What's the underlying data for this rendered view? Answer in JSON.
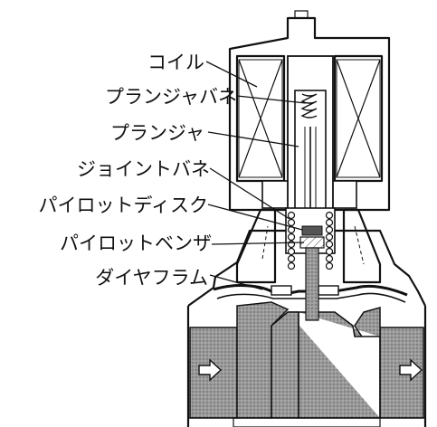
{
  "labels": {
    "coil": "コイル",
    "plunger_spring": "プランジャバネ",
    "plunger": "プランジャ",
    "joint_spring": "ジョイントバネ",
    "pilot_disc": "パイロットディスク",
    "pilot_sensor": "パイロットベンザ",
    "diaphragm": "ダイヤフラム"
  },
  "colors": {
    "line": "#111111",
    "fluid": "#8f8f8f",
    "fluid_dark": "#6e6e6e",
    "background": "#ffffff"
  },
  "icons": {
    "flow_arrow_in": "flow-arrow-right-icon",
    "flow_arrow_out": "flow-arrow-right-icon"
  }
}
